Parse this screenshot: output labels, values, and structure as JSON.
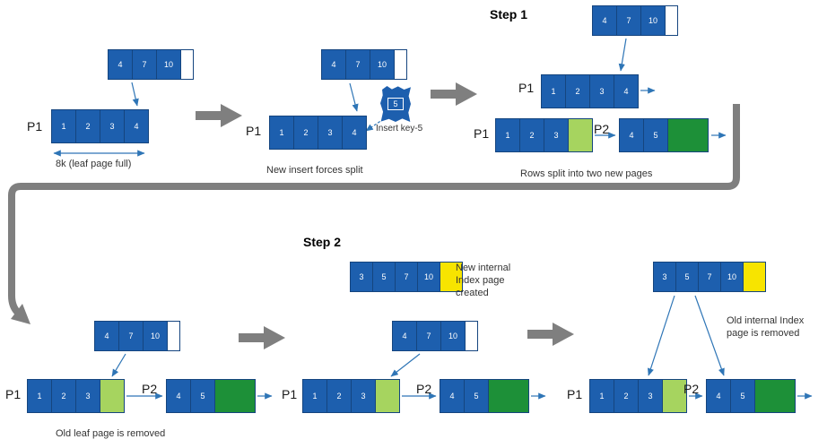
{
  "titles": {
    "step1": "Step 1",
    "step2": "Step 2"
  },
  "labels": {
    "p1": "P1",
    "p2": "P2"
  },
  "captions": {
    "leaf_full": "8k (leaf page full)",
    "new_insert": "New insert forces split",
    "insert_key": "Insert key-5",
    "rows_split": "Rows split into two new pages",
    "old_leaf": "Old leaf page is removed",
    "new_internal": "New internal Index page created",
    "old_internal": "Old internal Index page is removed"
  },
  "insert_cell": "5",
  "colors": {
    "cell_blue": "#1d5fae",
    "page_border": "#15457f",
    "light_green": "#a6d45f",
    "dark_green": "#1d9038",
    "yellow": "#f7e400",
    "block_arrow_gray": "#7f7f7f",
    "arrow_blue": "#2e75b6"
  },
  "pages": {
    "g1_internal": [
      {
        "k": "n",
        "v": "4"
      },
      {
        "k": "n",
        "v": "7"
      },
      {
        "k": "n",
        "v": "10"
      },
      {
        "k": "w"
      }
    ],
    "g1_leaf": [
      {
        "k": "n",
        "v": "1"
      },
      {
        "k": "n",
        "v": "2"
      },
      {
        "k": "n",
        "v": "3"
      },
      {
        "k": "n",
        "v": "4"
      }
    ],
    "g2_internal": [
      {
        "k": "n",
        "v": "4"
      },
      {
        "k": "n",
        "v": "7"
      },
      {
        "k": "n",
        "v": "10"
      },
      {
        "k": "w"
      }
    ],
    "g2_leaf": [
      {
        "k": "n",
        "v": "1"
      },
      {
        "k": "n",
        "v": "2"
      },
      {
        "k": "n",
        "v": "3"
      },
      {
        "k": "n",
        "v": "4"
      }
    ],
    "g3_internal_top": [
      {
        "k": "n",
        "v": "4"
      },
      {
        "k": "n",
        "v": "7"
      },
      {
        "k": "n",
        "v": "10"
      },
      {
        "k": "w"
      }
    ],
    "g3_leaf_top": [
      {
        "k": "n",
        "v": "1"
      },
      {
        "k": "n",
        "v": "2"
      },
      {
        "k": "n",
        "v": "3"
      },
      {
        "k": "n",
        "v": "4"
      }
    ],
    "g3_p1": [
      {
        "k": "n",
        "v": "1"
      },
      {
        "k": "n",
        "v": "2"
      },
      {
        "k": "n",
        "v": "3"
      },
      {
        "k": "lg"
      }
    ],
    "g3_p2": [
      {
        "k": "n",
        "v": "4"
      },
      {
        "k": "n",
        "v": "5"
      },
      {
        "k": "dg"
      }
    ],
    "g4_internal": [
      {
        "k": "n",
        "v": "4"
      },
      {
        "k": "n",
        "v": "7"
      },
      {
        "k": "n",
        "v": "10"
      },
      {
        "k": "w"
      }
    ],
    "g4_p1": [
      {
        "k": "n",
        "v": "1"
      },
      {
        "k": "n",
        "v": "2"
      },
      {
        "k": "n",
        "v": "3"
      },
      {
        "k": "lg"
      }
    ],
    "g4_p2": [
      {
        "k": "n",
        "v": "4"
      },
      {
        "k": "n",
        "v": "5"
      },
      {
        "k": "dg"
      }
    ],
    "g5_new_internal": [
      {
        "k": "n",
        "v": "3"
      },
      {
        "k": "n",
        "v": "5"
      },
      {
        "k": "n",
        "v": "7"
      },
      {
        "k": "n",
        "v": "10"
      },
      {
        "k": "y"
      }
    ],
    "g5_internal": [
      {
        "k": "n",
        "v": "4"
      },
      {
        "k": "n",
        "v": "7"
      },
      {
        "k": "n",
        "v": "10"
      },
      {
        "k": "w"
      }
    ],
    "g5_p1": [
      {
        "k": "n",
        "v": "1"
      },
      {
        "k": "n",
        "v": "2"
      },
      {
        "k": "n",
        "v": "3"
      },
      {
        "k": "lg"
      }
    ],
    "g5_p2": [
      {
        "k": "n",
        "v": "4"
      },
      {
        "k": "n",
        "v": "5"
      },
      {
        "k": "dg"
      }
    ],
    "g6_internal": [
      {
        "k": "n",
        "v": "3"
      },
      {
        "k": "n",
        "v": "5"
      },
      {
        "k": "n",
        "v": "7"
      },
      {
        "k": "n",
        "v": "10"
      },
      {
        "k": "y"
      }
    ],
    "g6_p1": [
      {
        "k": "n",
        "v": "1"
      },
      {
        "k": "n",
        "v": "2"
      },
      {
        "k": "n",
        "v": "3"
      },
      {
        "k": "lg"
      }
    ],
    "g6_p2": [
      {
        "k": "n",
        "v": "4"
      },
      {
        "k": "n",
        "v": "5"
      },
      {
        "k": "dg"
      }
    ]
  }
}
